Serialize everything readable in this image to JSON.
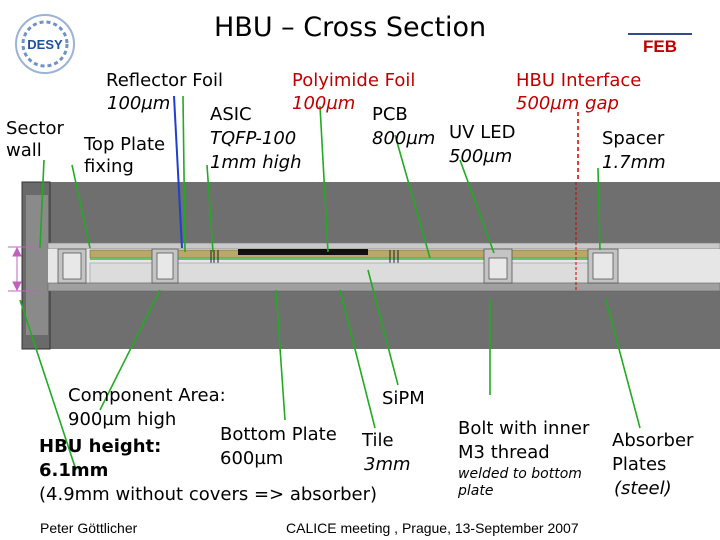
{
  "header": {
    "title": "HBU – Cross Section",
    "feb_label": "FEB",
    "logo_text": "DESY"
  },
  "labels": {
    "sector_wall": "Sector\nwall",
    "top_plate_fixing": "Top Plate\nfixing",
    "reflector_foil": "Reflector Foil",
    "reflector_thickness": "100µm",
    "asic": "ASIC",
    "asic_package": "TQFP-100",
    "asic_height": "1mm high",
    "polyimide_foil": "Polyimide Foil",
    "polyimide_thickness": "100µm",
    "pcb": "PCB",
    "pcb_thickness": "800µm",
    "uv_led": "UV LED",
    "uv_led_size": "500µm",
    "hbu_interface": "HBU Interface",
    "hbu_interface_gap": "500µm gap",
    "spacer": "Spacer",
    "spacer_size": "1.7mm",
    "component_area": "Component Area:",
    "component_height": "900µm high",
    "hbu_height_label": "HBU height:",
    "hbu_height_value": "6.1mm",
    "hbu_height_note": "(4.9mm without covers => absorber)",
    "bottom_plate": "Bottom Plate",
    "bottom_plate_thickness": "600µm",
    "sipm": "SiPM",
    "tile": "Tile",
    "tile_thickness": "3mm",
    "bolt": "Bolt with inner",
    "bolt_thread": "M3 thread",
    "bolt_note": "welded to bottom\nplate",
    "absorber": "Absorber",
    "absorber_plates": "Plates",
    "absorber_material": "(steel)"
  },
  "footer": {
    "author": "Peter Göttlicher",
    "event": "CALICE meeting , Prague, 13-September 2007"
  },
  "colors": {
    "leader_green": "#22aa22",
    "leader_blue": "#1f3fd0",
    "leader_red": "#d00000",
    "absorber_gray": "#6f6f6f",
    "title_red": "#c00000",
    "feb_bar": "#2e4d8a"
  }
}
